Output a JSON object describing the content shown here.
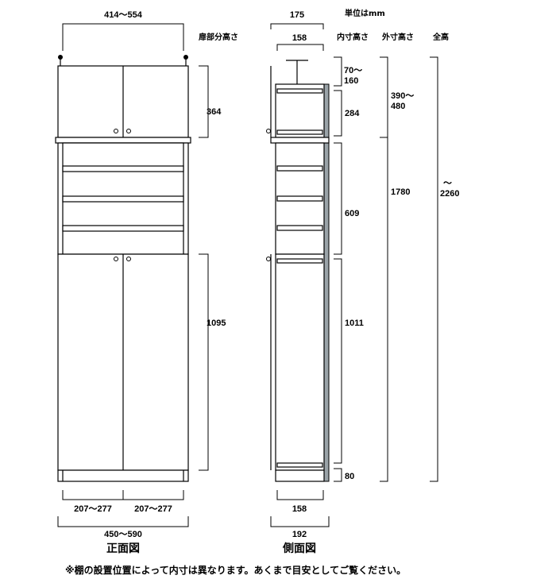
{
  "unit": "単位はmm",
  "headers": {
    "door_height": "扉部分高さ",
    "inner_height": "内寸高さ",
    "outer_height": "外寸高さ",
    "total_height": "全高"
  },
  "front": {
    "title": "正面図",
    "top_width": "414〜554",
    "upper_door": "364",
    "lower_door": "1095",
    "door_left": "207〜277",
    "door_right": "207〜277",
    "total_width": "450〜590"
  },
  "side": {
    "title": "側面図",
    "top_depth": "175",
    "top_inner_depth": "158",
    "bottom_inner_depth": "158",
    "total_depth": "192",
    "inner_top": "70〜\n160",
    "inner_upper": "284",
    "inner_mid": "609",
    "inner_lower": "1011",
    "inner_base": "80",
    "outer_upper": "390〜\n480",
    "outer_lower": "1780",
    "total": "〜\n2260"
  },
  "note": "※棚の設置位置によって内寸は異なります。あくまで目安としてご覧ください。"
}
